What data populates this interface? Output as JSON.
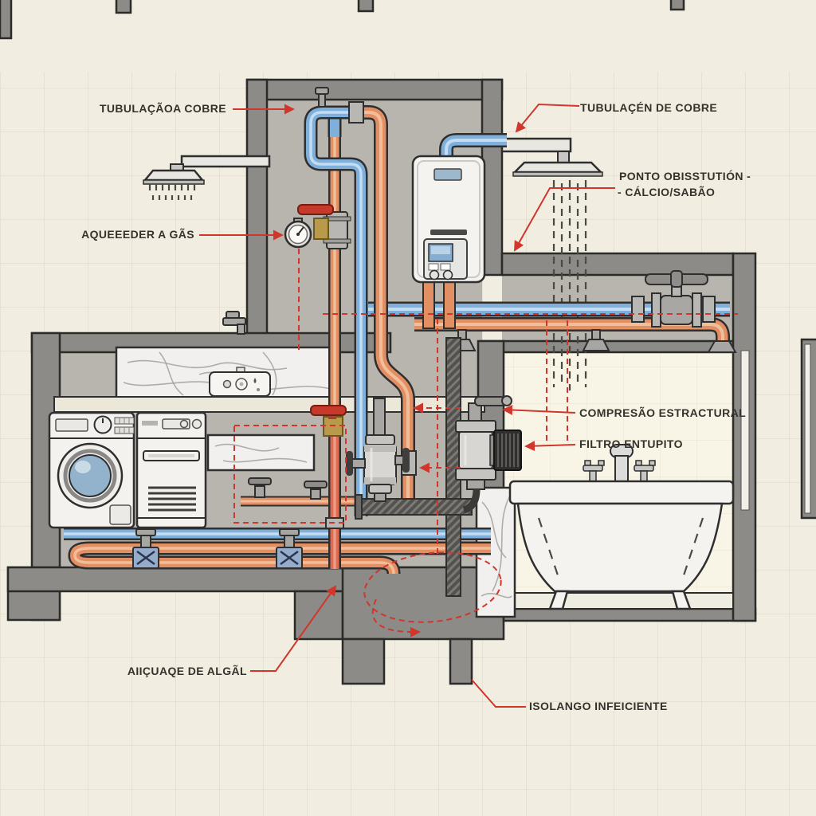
{
  "diagram": {
    "type": "plumbing-system-cutaway-illustration",
    "language": "pt",
    "labels": {
      "tubulacao_cobre_left": "TUBULAÇÃOA COBRE",
      "tubulacao_cobre_right": "TUBULAÇÉN DE COBRE",
      "ponto_obstrucao_1": "PONTO OBISSTUTIÓN -",
      "ponto_obstrucao_2": "- CÁLCIO/SABÃO",
      "aquecedor_gas": "AQUEEEDER A GÃS",
      "compressao": "COMPRESÃO ESTRACTURAL",
      "filtro": "FILTRO ENTUPITO",
      "algas": "AIIÇUAQE DE ALGÃL",
      "isolamento": "ISOLANGO INFEICIENTE"
    },
    "colors": {
      "background": "#f1eee1",
      "wall": "#8d8b87",
      "concrete": "#b8b5ae",
      "tile": "#f8f5e7",
      "hot_pipe": "#e28f64",
      "cold_pipe": "#7fb0dc",
      "corroded_pipe": "#dd6a4f",
      "annotation_red": "#d0362c",
      "marble": "#f1f0ee",
      "drain": "#53524f",
      "brass": "#b89a4a"
    }
  }
}
